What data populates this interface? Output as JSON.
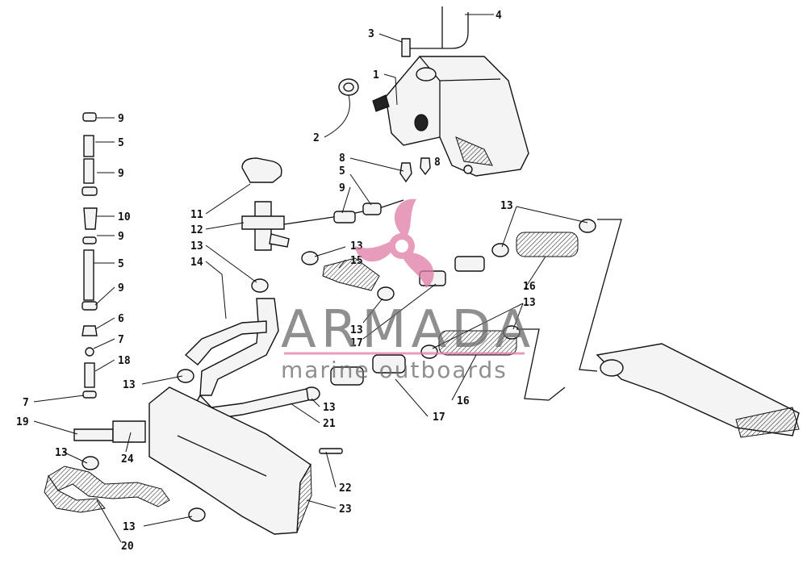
{
  "callouts": {
    "c1": "1",
    "c2": "2",
    "c3": "3",
    "c4": "4",
    "c5a": "5",
    "c5b": "5",
    "c5c": "5",
    "c6": "6",
    "c7a": "7",
    "c7b": "7",
    "c8a": "8",
    "c8b": "8",
    "c9a": "9",
    "c9b": "9",
    "c9c": "9",
    "c9d": "9",
    "c9e": "9",
    "c10": "10",
    "c11": "11",
    "c12": "12",
    "c13a": "13",
    "c13b": "13",
    "c13c": "13",
    "c13d": "13",
    "c13e": "13",
    "c13f": "13",
    "c13g": "13",
    "c13h": "13",
    "c13i": "13",
    "c14": "14",
    "c15": "15",
    "c16a": "16",
    "c16b": "16",
    "c17a": "17",
    "c17b": "17",
    "c18": "18",
    "c19": "19",
    "c20": "20",
    "c21": "21",
    "c22": "22",
    "c23": "23",
    "c24": "24"
  },
  "watermark": {
    "brand": "ARMADA",
    "tagline": "marine outboards",
    "color": "#e07ba6"
  }
}
